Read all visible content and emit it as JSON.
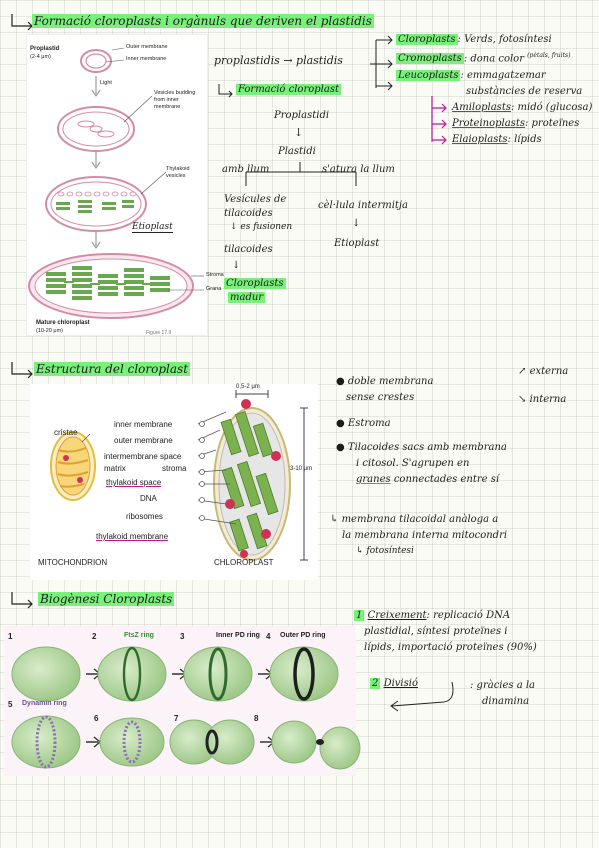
{
  "sec1": {
    "heading": "Formació cloroplasts i orgànuls que deriven el plastidis",
    "fig": {
      "proplastid_title": "Proplastid",
      "proplastid_size": "(2-4 μm)",
      "outer_membrane": "Outer membrane",
      "inner_membrane": "Inner membrane",
      "light": "Light",
      "vesicles_budding": "Vesicles budding from inner membrane",
      "thylakoid_vesicles": "Thylakoid vesicles",
      "stroma": "Stroma",
      "grana": "Grana",
      "mature_title": "Mature chloroplast",
      "mature_size": "(10-20 μm)",
      "figure_no": "Figure 17.9",
      "etioplast_note": "Etioplast"
    },
    "notes": {
      "proplastidis_line": "proplastidis → plastidis",
      "cloroplasts": "Cloroplasts",
      "cloroplasts_text": ": Verds, fotosíntesi",
      "cromoplasts": "Cromoplasts",
      "cromoplasts_text": ": dona color",
      "cromoplasts_sup": "(pètals, fruits)",
      "leucoplasts": "Leucoplasts",
      "leucoplasts_text": ": emmagatzemar",
      "leucoplasts_text2": "substàncies de reserva",
      "amiloplasts": "Amiloplasts",
      "amiloplasts_text": ": midó (glucosa)",
      "proteinoplasts": "Proteinoplasts",
      "proteinoplasts_text": ": proteïnes",
      "elaioplasts": "Elaioplasts",
      "elaioplasts_text": ": lípids",
      "formacio": "Formació cloroplast",
      "proplastidi": "Proplastidi",
      "plastidi": "Plastidi",
      "amb_llum": "amb llum",
      "satura": "s'atura la llum",
      "vesicules": "Vesícules de",
      "tilacoides": "tilacoides",
      "es_fusionen": "es fusionen",
      "tilacoides2": "tilacoides",
      "cloroplasts_madur": "Cloroplasts",
      "madur": "madur",
      "cellula": "cèl·lula intermitja",
      "etioplast": "Etioplast"
    }
  },
  "sec2": {
    "heading": "Estructura del cloroplast",
    "fig": {
      "inner_membrane": "inner membrane",
      "outer_membrane": "outer membrane",
      "cristae": "cristae",
      "intermembrane_space": "intermembrane space",
      "matrix": "matrix",
      "stroma": "stroma",
      "thylakoid_space": "thylakoid space",
      "dna": "DNA",
      "ribosomes": "ribosomes",
      "thylakoid_membrane": "thylakoid membrane",
      "width": "0,5-2 μm",
      "height": "3-10 μm",
      "mitochondrion": "MITOCHONDRION",
      "chloroplast": "CHLOROPLAST"
    },
    "notes": {
      "doble": "doble membrana",
      "sense": "sense crestes",
      "externa": "externa",
      "interna": "interna",
      "estroma": "Estroma",
      "tilacoides1": "Tilacoides sacs amb membrana",
      "tilacoides2": "i citosol. S'agrupen en",
      "tilacoides3a": "granes",
      "tilacoides3b": "connectades entre sí",
      "membrana1": "membrana tilacoidal anàloga a",
      "membrana2": "la membrana interna mitocondri",
      "membrana3": "fotosíntesi"
    }
  },
  "sec3": {
    "heading": "Biogènesi Cloroplasts",
    "fig": {
      "ftsz": "FtsZ ring",
      "inner_pd": "Inner PD ring",
      "outer_pd": "Outer PD ring",
      "dynamin": "Dynamin ring",
      "steps": [
        "1",
        "2",
        "3",
        "4",
        "5",
        "6",
        "7",
        "8"
      ]
    },
    "notes": {
      "n1": "1",
      "creixement": "Creixement",
      "creix_text1": ": replicació DNA",
      "creix_text2": "plastidial, síntesi proteïnes i",
      "creix_text3": "lípids, importació proteïnes (90%)",
      "n2": "2",
      "divisio": "Divisió",
      "div_text1": ": gràcies a la",
      "div_text2": "dinamina"
    }
  },
  "colors": {
    "highlight": "#79f07a",
    "pink": "#c0169e",
    "chloroplast_green": "#8fc56a",
    "membrane_pink": "#d98aa9"
  }
}
